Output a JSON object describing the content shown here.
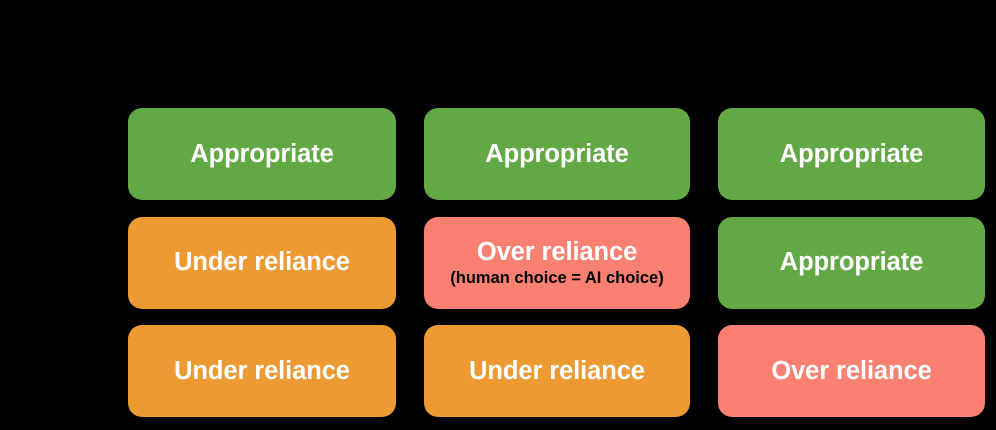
{
  "figure": {
    "type": "matrix-diagram",
    "background_color": "#000000",
    "rows": 3,
    "columns": 3
  },
  "palette": {
    "appropriate": "#62a844",
    "under_reliance": "#ed9a33",
    "over_reliance": "#fa8072",
    "label_text": "#ffffff",
    "sublabel_text": "#000000"
  },
  "cells": [
    {
      "label": "Appropriate",
      "sublabel": "",
      "color_key": "appropriate",
      "row": 1,
      "col": 1
    },
    {
      "label": "Appropriate",
      "sublabel": "",
      "color_key": "appropriate",
      "row": 1,
      "col": 2
    },
    {
      "label": "Appropriate",
      "sublabel": "",
      "color_key": "appropriate",
      "row": 1,
      "col": 3
    },
    {
      "label": "Under reliance",
      "sublabel": "",
      "color_key": "under_reliance",
      "row": 2,
      "col": 1
    },
    {
      "label": "Over reliance",
      "sublabel": "(human choice = AI choice)",
      "color_key": "over_reliance",
      "row": 2,
      "col": 2
    },
    {
      "label": "Appropriate",
      "sublabel": "",
      "color_key": "appropriate",
      "row": 2,
      "col": 3
    },
    {
      "label": "Under reliance",
      "sublabel": "",
      "color_key": "under_reliance",
      "row": 3,
      "col": 1
    },
    {
      "label": "Under reliance",
      "sublabel": "",
      "color_key": "under_reliance",
      "row": 3,
      "col": 2
    },
    {
      "label": "Over reliance",
      "sublabel": "",
      "color_key": "over_reliance",
      "row": 3,
      "col": 3
    }
  ]
}
